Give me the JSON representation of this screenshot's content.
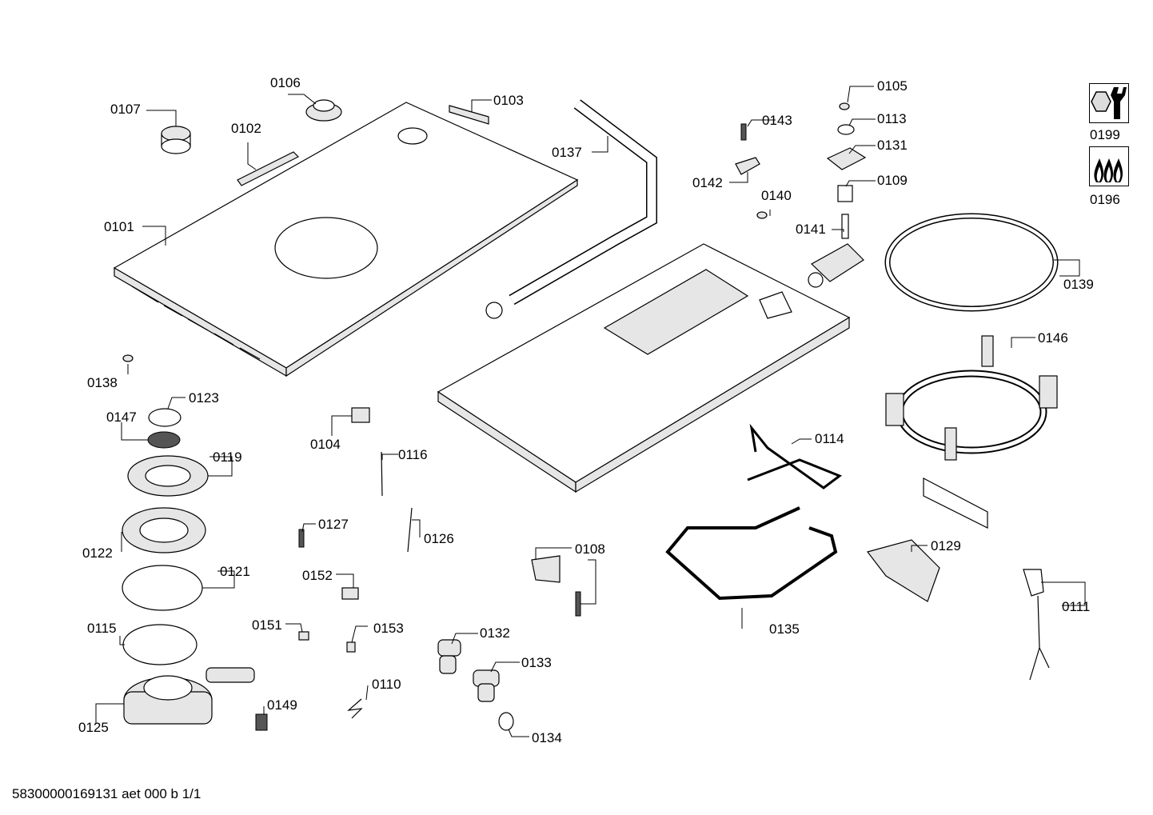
{
  "labels": {
    "p0101": "0101",
    "p0102": "0102",
    "p0103": "0103",
    "p0104": "0104",
    "p0105": "0105",
    "p0106": "0106",
    "p0107": "0107",
    "p0108": "0108",
    "p0109": "0109",
    "p0110": "0110",
    "p0111": "0111",
    "p0113": "0113",
    "p0114": "0114",
    "p0115": "0115",
    "p0116": "0116",
    "p0119": "0119",
    "p0121": "0121",
    "p0122": "0122",
    "p0123": "0123",
    "p0125": "0125",
    "p0126": "0126",
    "p0127": "0127",
    "p0129": "0129",
    "p0131": "0131",
    "p0132": "0132",
    "p0133": "0133",
    "p0134": "0134",
    "p0135": "0135",
    "p0137": "0137",
    "p0138": "0138",
    "p0139": "0139",
    "p0140": "0140",
    "p0141": "0141",
    "p0142": "0142",
    "p0143": "0143",
    "p0146": "0146",
    "p0147": "0147",
    "p0149": "0149",
    "p0151": "0151",
    "p0152": "0152",
    "p0153": "0153",
    "p0196": "0196",
    "p0199": "0199"
  },
  "icons": {
    "tool": "wrench-nut-icon",
    "gas": "gas-flame-icon"
  },
  "footer": "58300000169131 aet 000 b 1/1"
}
